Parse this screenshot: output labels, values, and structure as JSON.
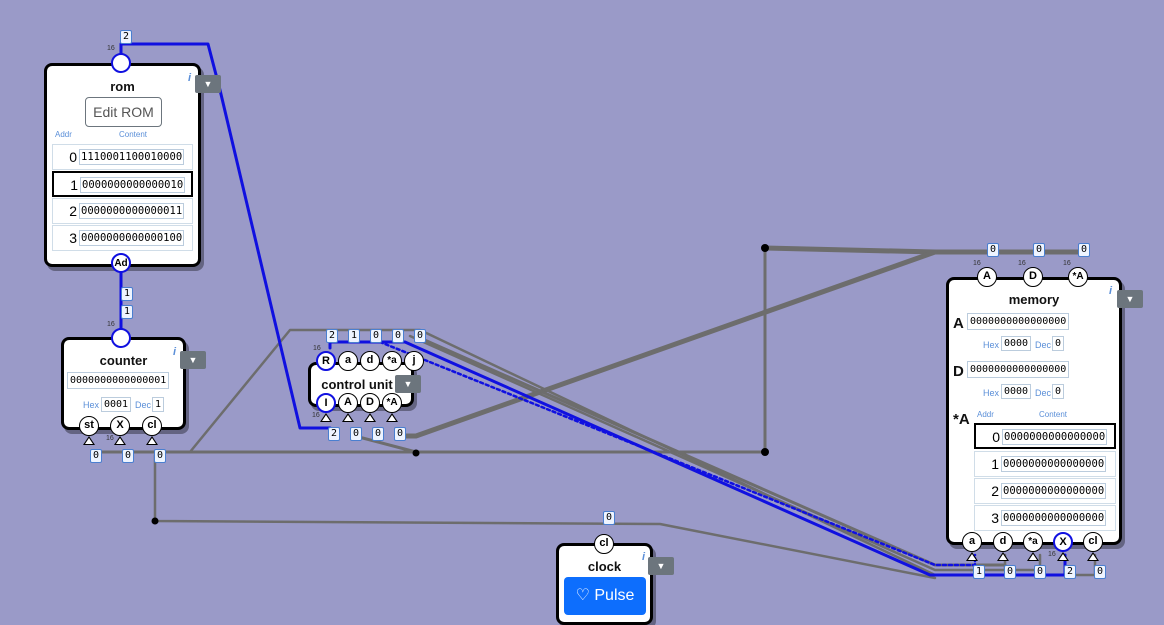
{
  "colors": {
    "background": "#9a9ac8",
    "bus_active": "#1010e0",
    "wire": "#6d6d6d",
    "pulse_button": "#0d6efd"
  },
  "wire_width_label": "16",
  "rom": {
    "title": "rom",
    "edit_label": "Edit ROM",
    "addr_header": "Addr",
    "content_header": "Content",
    "top_value": "2",
    "out_pin": "Ad",
    "out_value": "1",
    "rows": [
      {
        "addr": "0",
        "content": "1110001100010000"
      },
      {
        "addr": "1",
        "content": "0000000000000010"
      },
      {
        "addr": "2",
        "content": "0000000000000011"
      },
      {
        "addr": "3",
        "content": "0000000000000100"
      }
    ]
  },
  "counter": {
    "title": "counter",
    "in_value": "1",
    "binary": "0000000000000001",
    "hex_label": "Hex",
    "hex": "0001",
    "dec_label": "Dec",
    "dec": "1",
    "pins": [
      {
        "label": "st",
        "value": "0"
      },
      {
        "label": "X",
        "value": "0"
      },
      {
        "label": "cl",
        "value": "0"
      }
    ]
  },
  "control_unit": {
    "title": "control unit",
    "top_pins": [
      {
        "label": "R",
        "value": "2"
      },
      {
        "label": "a",
        "value": "1"
      },
      {
        "label": "d",
        "value": "0"
      },
      {
        "label": "*a",
        "value": "0"
      },
      {
        "label": "j",
        "value": "0"
      }
    ],
    "bottom_pins": [
      {
        "label": "I",
        "value": "2"
      },
      {
        "label": "A",
        "value": "0"
      },
      {
        "label": "D",
        "value": "0"
      },
      {
        "label": "*A",
        "value": "0"
      }
    ]
  },
  "memory": {
    "title": "memory",
    "top_pins": [
      {
        "label": "A",
        "value": "0"
      },
      {
        "label": "D",
        "value": "0"
      },
      {
        "label": "*A",
        "value": "0"
      }
    ],
    "reg_a_label": "A",
    "reg_a": "0000000000000000",
    "reg_a_hex": "0000",
    "reg_a_dec": "0",
    "reg_d_label": "D",
    "reg_d": "0000000000000000",
    "reg_d_hex": "0000",
    "reg_d_dec": "0",
    "hex_label": "Hex",
    "dec_label": "Dec",
    "ram_label": "*A",
    "addr_header": "Addr",
    "content_header": "Content",
    "rows": [
      {
        "addr": "0",
        "content": "0000000000000000"
      },
      {
        "addr": "1",
        "content": "0000000000000000"
      },
      {
        "addr": "2",
        "content": "0000000000000000"
      },
      {
        "addr": "3",
        "content": "0000000000000000"
      }
    ],
    "bottom_pins": [
      {
        "label": "a",
        "value": "1"
      },
      {
        "label": "d",
        "value": "0"
      },
      {
        "label": "*a",
        "value": "0"
      },
      {
        "label": "X",
        "value": "2"
      },
      {
        "label": "cl",
        "value": "0"
      }
    ]
  },
  "clock": {
    "title": "clock",
    "pin": "cl",
    "value": "0",
    "pulse_label": "Pulse"
  }
}
